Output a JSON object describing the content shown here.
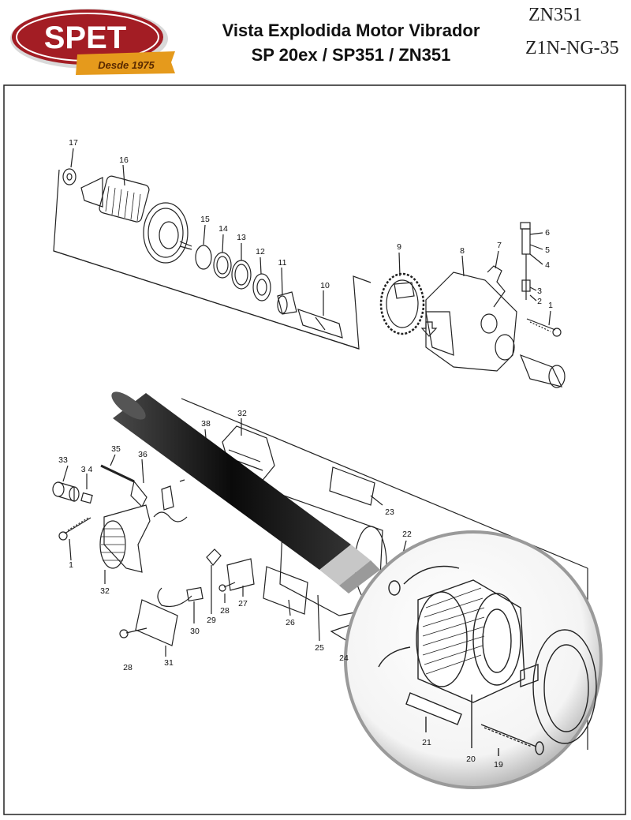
{
  "header": {
    "logo_text": "SPET",
    "logo_tagline": "Desde 1975",
    "title_line1": "Vista Explodida Motor Vibrador",
    "title_line2": "SP 20ex / SP351 / ZN351",
    "code_primary": "ZN351",
    "code_secondary": "Z1N-NG-35"
  },
  "colors": {
    "logo_red": "#a31d24",
    "logo_ribbon": "#e59a1c",
    "line": "#222222"
  },
  "parts": [
    {
      "id": "p1a",
      "label": "1"
    },
    {
      "id": "p2",
      "label": "2"
    },
    {
      "id": "p3",
      "label": "3"
    },
    {
      "id": "p4",
      "label": "4"
    },
    {
      "id": "p5",
      "label": "5"
    },
    {
      "id": "p6",
      "label": "6"
    },
    {
      "id": "p7",
      "label": "7"
    },
    {
      "id": "p8",
      "label": "8"
    },
    {
      "id": "p9",
      "label": "9"
    },
    {
      "id": "p10",
      "label": "10"
    },
    {
      "id": "p11",
      "label": "11"
    },
    {
      "id": "p12",
      "label": "12"
    },
    {
      "id": "p13",
      "label": "13"
    },
    {
      "id": "p14",
      "label": "14"
    },
    {
      "id": "p15",
      "label": "15"
    },
    {
      "id": "p16",
      "label": "16"
    },
    {
      "id": "p17",
      "label": "17"
    },
    {
      "id": "p19",
      "label": "19"
    },
    {
      "id": "p20",
      "label": "20"
    },
    {
      "id": "p21",
      "label": "21"
    },
    {
      "id": "p22",
      "label": "22"
    },
    {
      "id": "p23",
      "label": "23"
    },
    {
      "id": "p24",
      "label": "24"
    },
    {
      "id": "p25",
      "label": "25"
    },
    {
      "id": "p26",
      "label": "26"
    },
    {
      "id": "p27",
      "label": "27"
    },
    {
      "id": "p28a",
      "label": "28"
    },
    {
      "id": "p28b",
      "label": "28"
    },
    {
      "id": "p29",
      "label": "29"
    },
    {
      "id": "p30",
      "label": "30"
    },
    {
      "id": "p31",
      "label": "31"
    },
    {
      "id": "p32a",
      "label": "32"
    },
    {
      "id": "p32b",
      "label": "32"
    },
    {
      "id": "p33",
      "label": "33"
    },
    {
      "id": "p34",
      "label": "3 4"
    },
    {
      "id": "p35",
      "label": "35"
    },
    {
      "id": "p36",
      "label": "36"
    },
    {
      "id": "p38",
      "label": "38"
    },
    {
      "id": "p1b",
      "label": "1"
    }
  ]
}
